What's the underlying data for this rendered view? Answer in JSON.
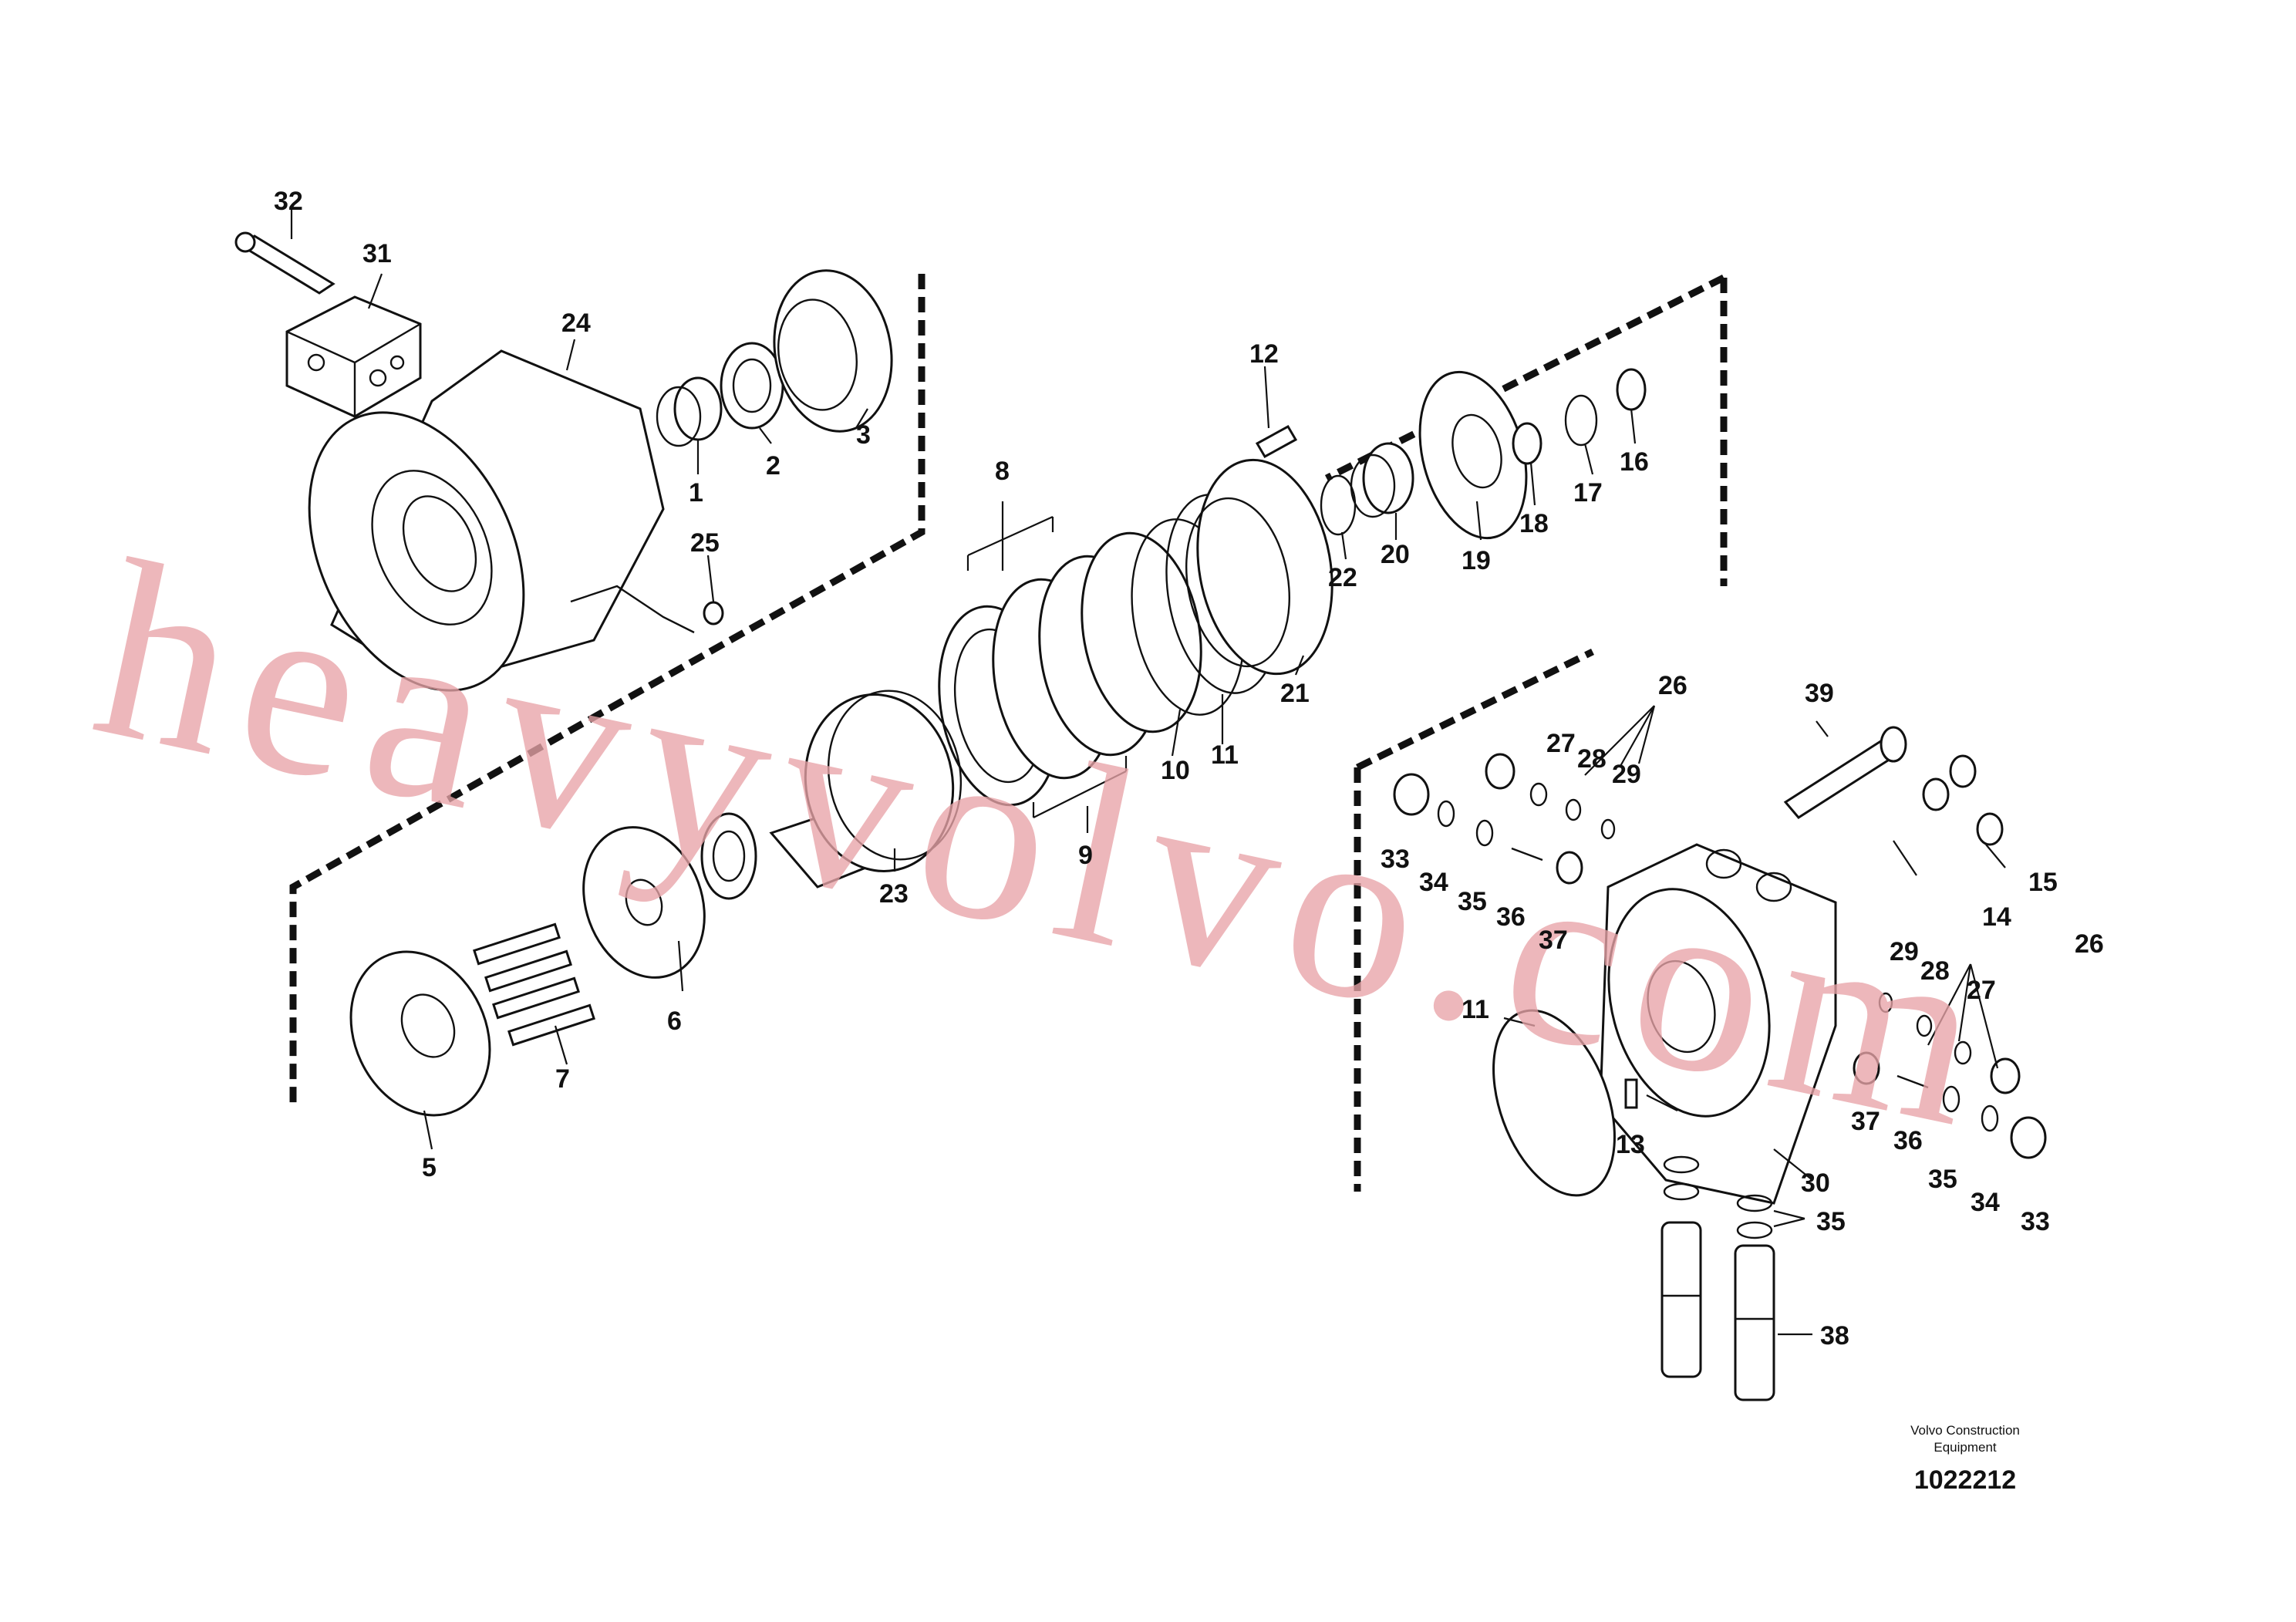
{
  "callouts": {
    "c1": "1",
    "c2": "2",
    "c3": "3",
    "c5": "5",
    "c6": "6",
    "c7": "7",
    "c8": "8",
    "c9": "9",
    "c10": "10",
    "c11": "11",
    "c12": "12",
    "c13": "13",
    "c14": "14",
    "c15": "15",
    "c16": "16",
    "c17": "17",
    "c18": "18",
    "c19": "19",
    "c20": "20",
    "c21": "21",
    "c22": "22",
    "c23": "23",
    "c24": "24",
    "c25": "25",
    "c26a": "26",
    "c26b": "26",
    "c27a": "27",
    "c27b": "27",
    "c28a": "28",
    "c28b": "28",
    "c29a": "29",
    "c29b": "29",
    "c30": "30",
    "c31": "31",
    "c32": "32",
    "c33a": "33",
    "c33b": "33",
    "c34a": "34",
    "c34b": "34",
    "c35a": "35",
    "c35b": "35",
    "c35c": "35",
    "c36a": "36",
    "c36b": "36",
    "c37a": "37",
    "c37b": "37",
    "c38": "38",
    "c39": "39",
    "c11b": "11"
  },
  "credit": {
    "line1": "Volvo Construction",
    "line2": "Equipment"
  },
  "document_number": "1022212",
  "watermark": "heavyvolvo.com",
  "colors": {
    "line": "#111111",
    "watermark": "#e8a4a8"
  }
}
